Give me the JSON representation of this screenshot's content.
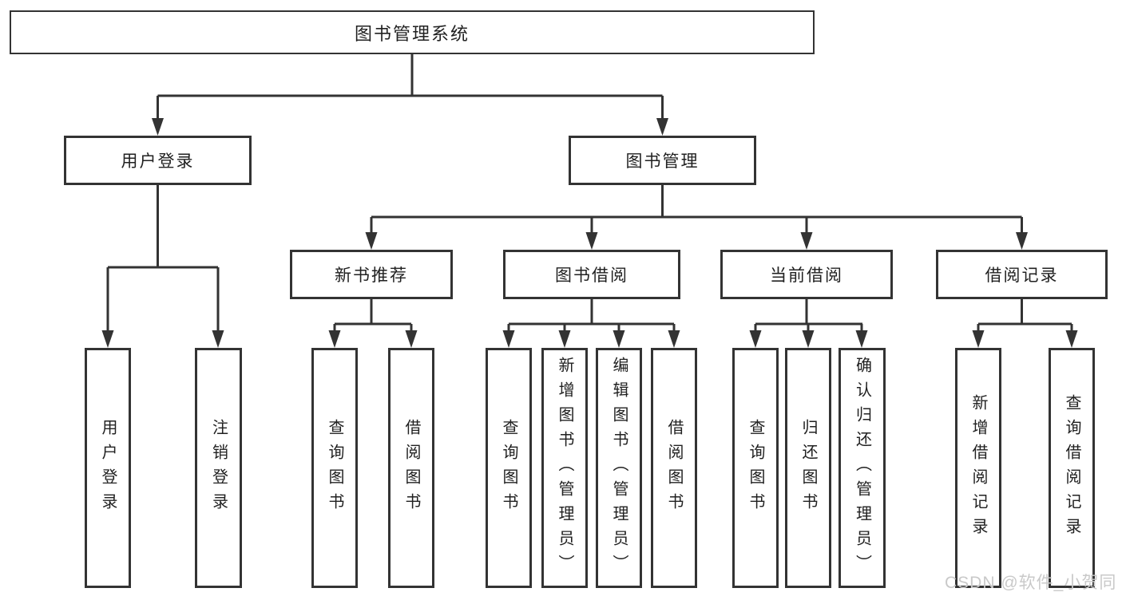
{
  "diagram": {
    "type": "hierarchy-tree",
    "tree": {
      "label": "图书管理系统",
      "children": [
        {
          "label": "用户登录",
          "children": [
            {
              "label": "用户登录"
            },
            {
              "label": "注销登录"
            }
          ]
        },
        {
          "label": "图书管理",
          "children": [
            {
              "label": "新书推荐",
              "children": [
                {
                  "label": "查询图书"
                },
                {
                  "label": "借阅图书"
                }
              ]
            },
            {
              "label": "图书借阅",
              "children": [
                {
                  "label": "查询图书"
                },
                {
                  "label": "新增图书（管理员）"
                },
                {
                  "label": "编辑图书（管理员）"
                },
                {
                  "label": "借阅图书"
                }
              ]
            },
            {
              "label": "当前借阅",
              "children": [
                {
                  "label": "查询图书"
                },
                {
                  "label": "归还图书"
                },
                {
                  "label": "确认归还（管理员）"
                }
              ]
            },
            {
              "label": "借阅记录",
              "children": [
                {
                  "label": "新增借阅记录"
                },
                {
                  "label": "查询借阅记录"
                }
              ]
            }
          ]
        }
      ]
    },
    "colors": {
      "line": "#333333",
      "node_border": "#333333",
      "node_fill": "#ffffff",
      "text": "#212121",
      "watermark": "#c9c9c9",
      "background": "#ffffff"
    },
    "watermark": {
      "text": "CSDN @软件_小贺同学"
    }
  }
}
